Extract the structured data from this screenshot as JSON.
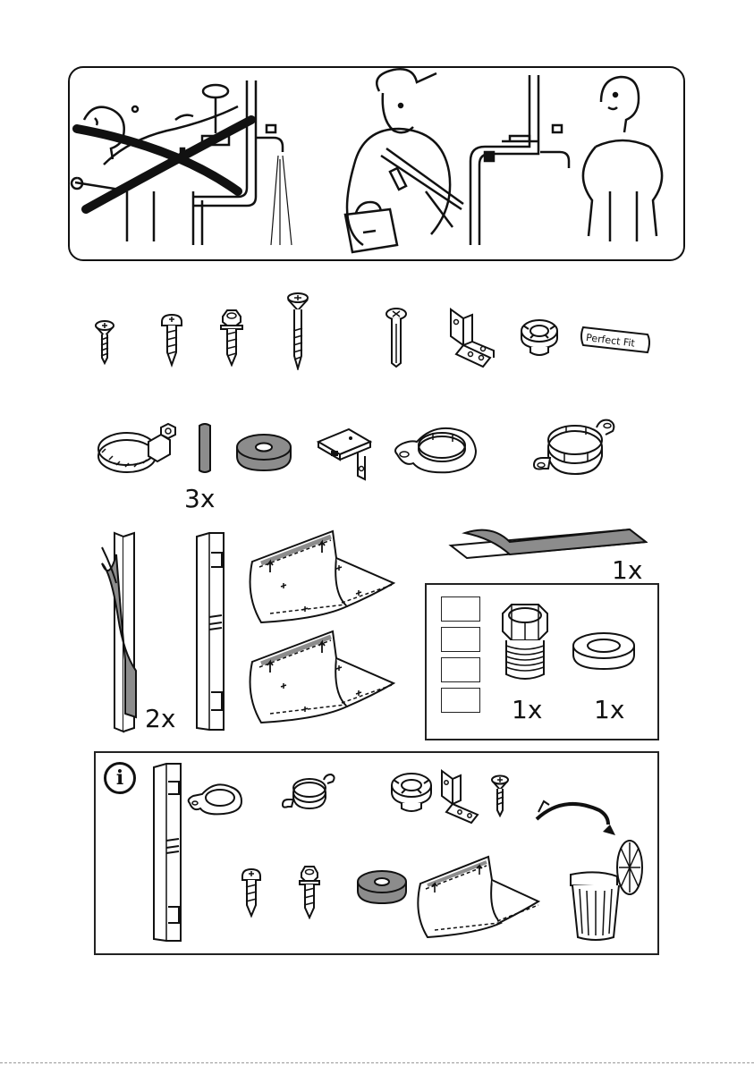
{
  "illustration": {
    "warning_scene": "do-not-self-connect",
    "ok_scene": "call-plumber"
  },
  "hardware": {
    "perfect_fit_label": "Perfect Fit"
  },
  "quantities": {
    "strip_qty": "3x",
    "tape_qty": "1x",
    "rail_qty": "2x",
    "adapter_qty": "1x",
    "washer_qty": "1x"
  },
  "info_panel": {
    "info_icon": "i"
  },
  "colors": {
    "line": "#111111",
    "fill_gray": "#8c8c8c",
    "panel_border": "#222222"
  }
}
